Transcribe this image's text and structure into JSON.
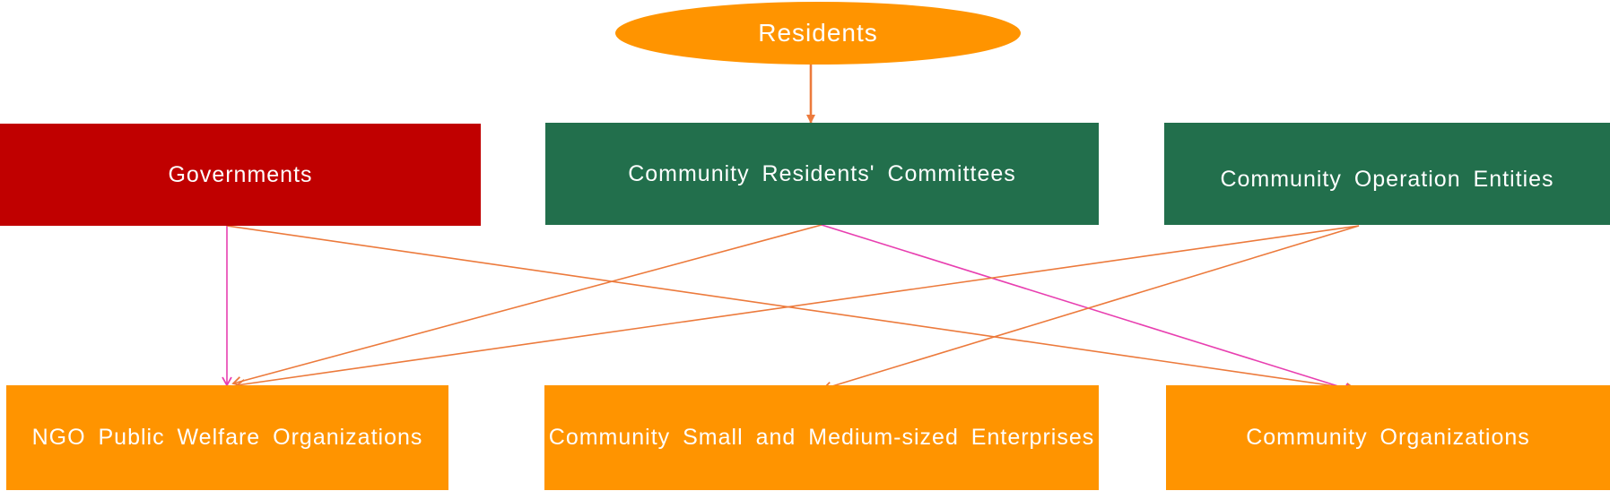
{
  "colors": {
    "orange": "#FF9400",
    "red": "#C00000",
    "green": "#226F4C",
    "arrow_magenta": "#E83FB0",
    "arrow_orange": "#EC7A3C"
  },
  "nodes": {
    "residents": {
      "label": "Residents",
      "color": "#FF9400"
    },
    "governments": {
      "label": "Governments",
      "color": "#C00000"
    },
    "committees": {
      "label": "Community Residents' Committees",
      "color": "#226F4C"
    },
    "operation": {
      "label": "Community Operation Entities",
      "color": "#226F4C"
    },
    "ngo": {
      "label": "NGO Public Welfare Organizations",
      "color": "#FF9400"
    },
    "sme": {
      "label": "Community Small and Medium-sized Enterprises",
      "color": "#FF9400"
    },
    "orgs": {
      "label": "Community Organizations",
      "color": "#FF9400"
    }
  },
  "edges": [
    {
      "from": "residents",
      "to": "committees"
    },
    {
      "from": "governments",
      "to": "ngo"
    },
    {
      "from": "governments",
      "to": "orgs"
    },
    {
      "from": "committees",
      "to": "ngo"
    },
    {
      "from": "committees",
      "to": "orgs"
    },
    {
      "from": "operation",
      "to": "ngo"
    },
    {
      "from": "operation",
      "to": "sme"
    }
  ]
}
